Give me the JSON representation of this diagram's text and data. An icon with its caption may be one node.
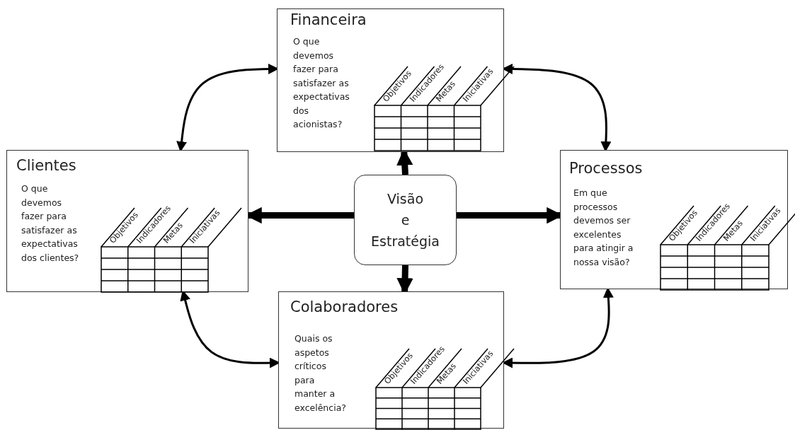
{
  "diagram": {
    "nodes": [
      {
        "text": [
          "Financeira",
          "O que devemos fazer para satisfazer as expectativas dos acionistas?"
        ]
      },
      {
        "text": [
          "Clientes",
          "O que devemos fazer para satisfazer as expectativas dos clientes?"
        ]
      },
      {
        "text": [
          "Visão e Estratégia"
        ]
      },
      {
        "text": [
          "Processos",
          "Em que processos devemos ser excelentes para atingir a nossa visão?"
        ]
      },
      {
        "text": [
          "Colaboradores",
          "Quais os aspetos críticos para manter a excelência?"
        ]
      }
    ],
    "edges": [
      {
        "from": 2,
        "to": 0,
        "arrow": "to",
        "style": "thick"
      },
      {
        "from": 2,
        "to": 1,
        "arrow": "to",
        "style": "thick"
      },
      {
        "from": 2,
        "to": 3,
        "arrow": "to",
        "style": "thick"
      },
      {
        "from": 2,
        "to": 4,
        "arrow": "to",
        "style": "thick"
      },
      {
        "from": 1,
        "to": 0,
        "arrow": "both"
      },
      {
        "from": 0,
        "to": 3,
        "arrow": "both"
      },
      {
        "from": 1,
        "to": 4,
        "arrow": "both"
      },
      {
        "from": 4,
        "to": 3,
        "arrow": "both"
      }
    ],
    "labels": [
      "Objetivos",
      "Indicadores",
      "Metas",
      "Iniciativas",
      "Objetivos",
      "Indicadores",
      "Metas",
      "Iniciativas",
      "Objetivos",
      "Indicadores",
      "Metas",
      "Iniciativas",
      "Objetivos",
      "Indicadores",
      "Metas",
      "Iniciativas"
    ]
  }
}
